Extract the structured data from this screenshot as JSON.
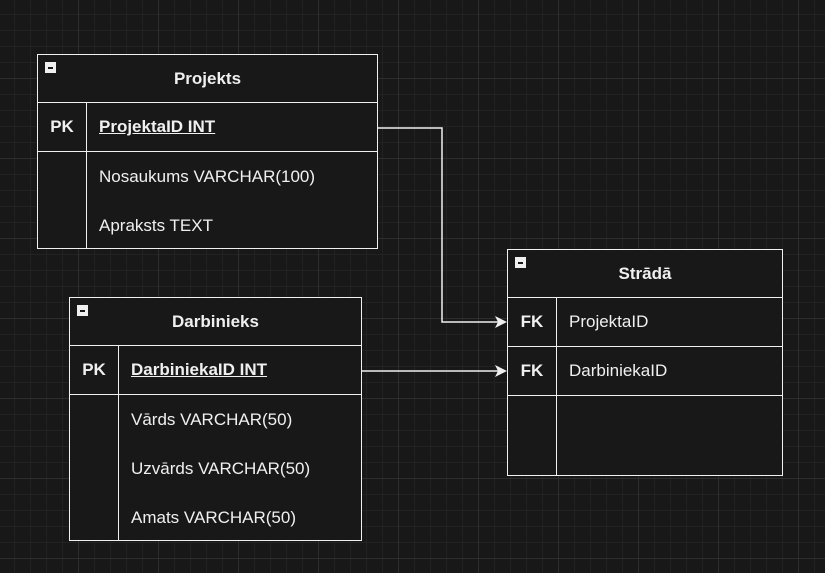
{
  "entities": {
    "projekts": {
      "title": "Projekts",
      "key_row": {
        "key": "PK",
        "field": "ProjektaID INT"
      },
      "fields": [
        "Nosaukums VARCHAR(100)",
        "Apraksts TEXT"
      ]
    },
    "darbinieks": {
      "title": "Darbinieks",
      "key_row": {
        "key": "PK",
        "field": "DarbiniekaID INT"
      },
      "fields": [
        "Vārds VARCHAR(50)",
        "Uzvārds VARCHAR(50)",
        "Amats VARCHAR(50)"
      ]
    },
    "strada": {
      "title": "Strādā",
      "fk_rows": [
        {
          "key": "FK",
          "field": "ProjektaID"
        },
        {
          "key": "FK",
          "field": "DarbiniekaID"
        }
      ]
    }
  },
  "relationships": [
    {
      "from": "Projekts.ProjektaID",
      "to": "Strādā.ProjektaID"
    },
    {
      "from": "Darbinieks.DarbiniekaID",
      "to": "Strādā.DarbiniekaID"
    }
  ],
  "colors": {
    "background": "#181818",
    "foreground": "#f0f0f0",
    "grid": "#2d2d2d"
  }
}
